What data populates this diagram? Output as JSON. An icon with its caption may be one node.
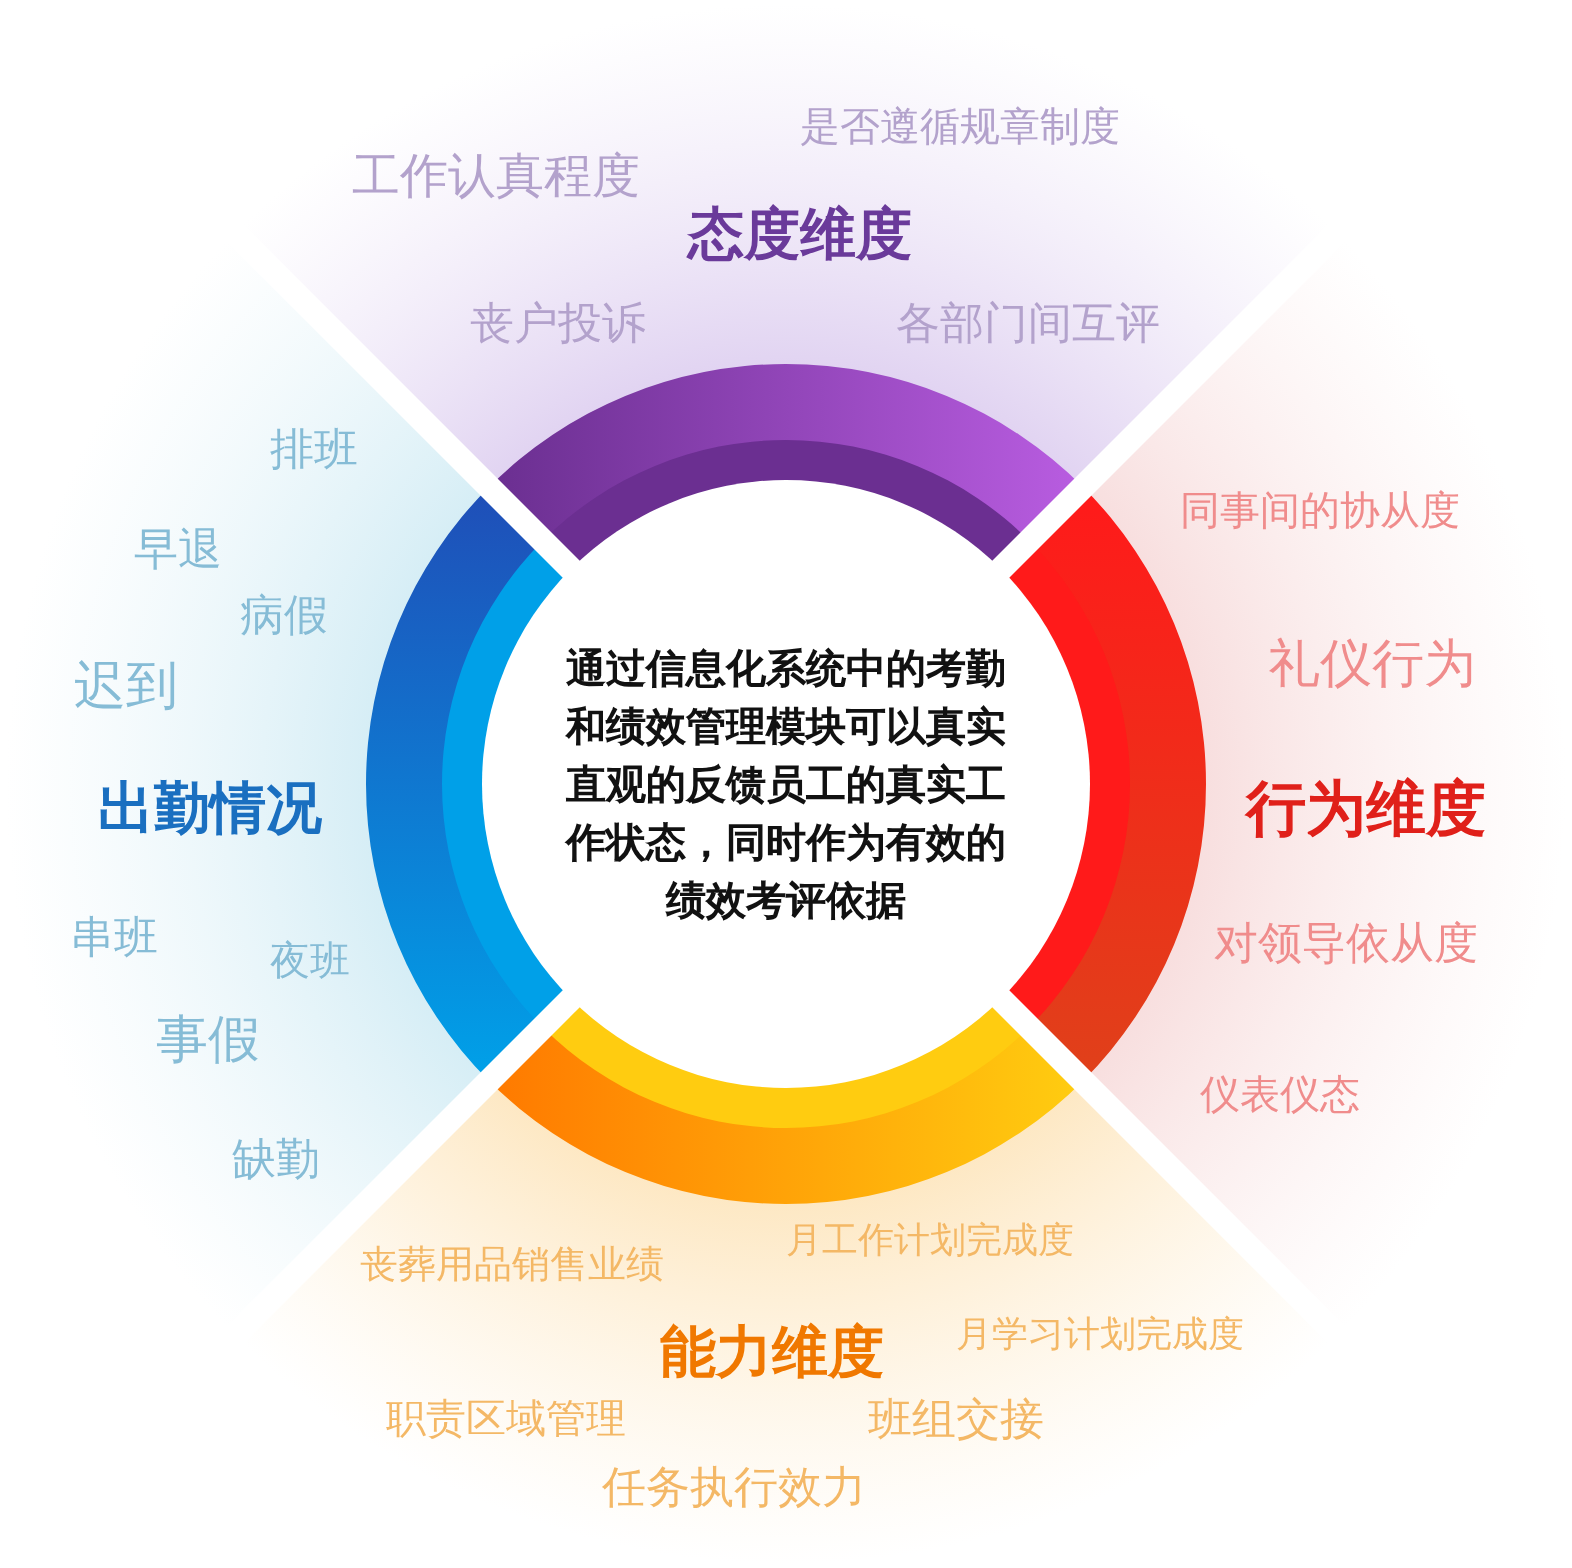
{
  "diagram": {
    "nodes": [
      {
        "text": [
          "通过信息化系统中的考勤和绩效管理模块可以真实直观的反馈员工的真实工作状态，同时作为有效的绩效考评依据"
        ]
      },
      {
        "text": [
          "态度维度",
          "工作认真程度",
          "是否遵循规章制度",
          "丧户投诉",
          "各部门间互评"
        ]
      },
      {
        "text": [
          "行为维度",
          "同事间的协从度",
          "礼仪行为",
          "对领导依从度",
          "仪表仪态"
        ]
      },
      {
        "text": [
          "能力维度",
          "丧葬用品销售业绩",
          "月工作计划完成度",
          "月学习计划完成度",
          "职责区域管理",
          "班组交接",
          "任务执行效力"
        ]
      },
      {
        "text": [
          "出勤情况",
          "排班",
          "早退",
          "病假",
          "迟到",
          "串班",
          "夜班",
          "事假",
          "缺勤"
        ]
      }
    ]
  }
}
